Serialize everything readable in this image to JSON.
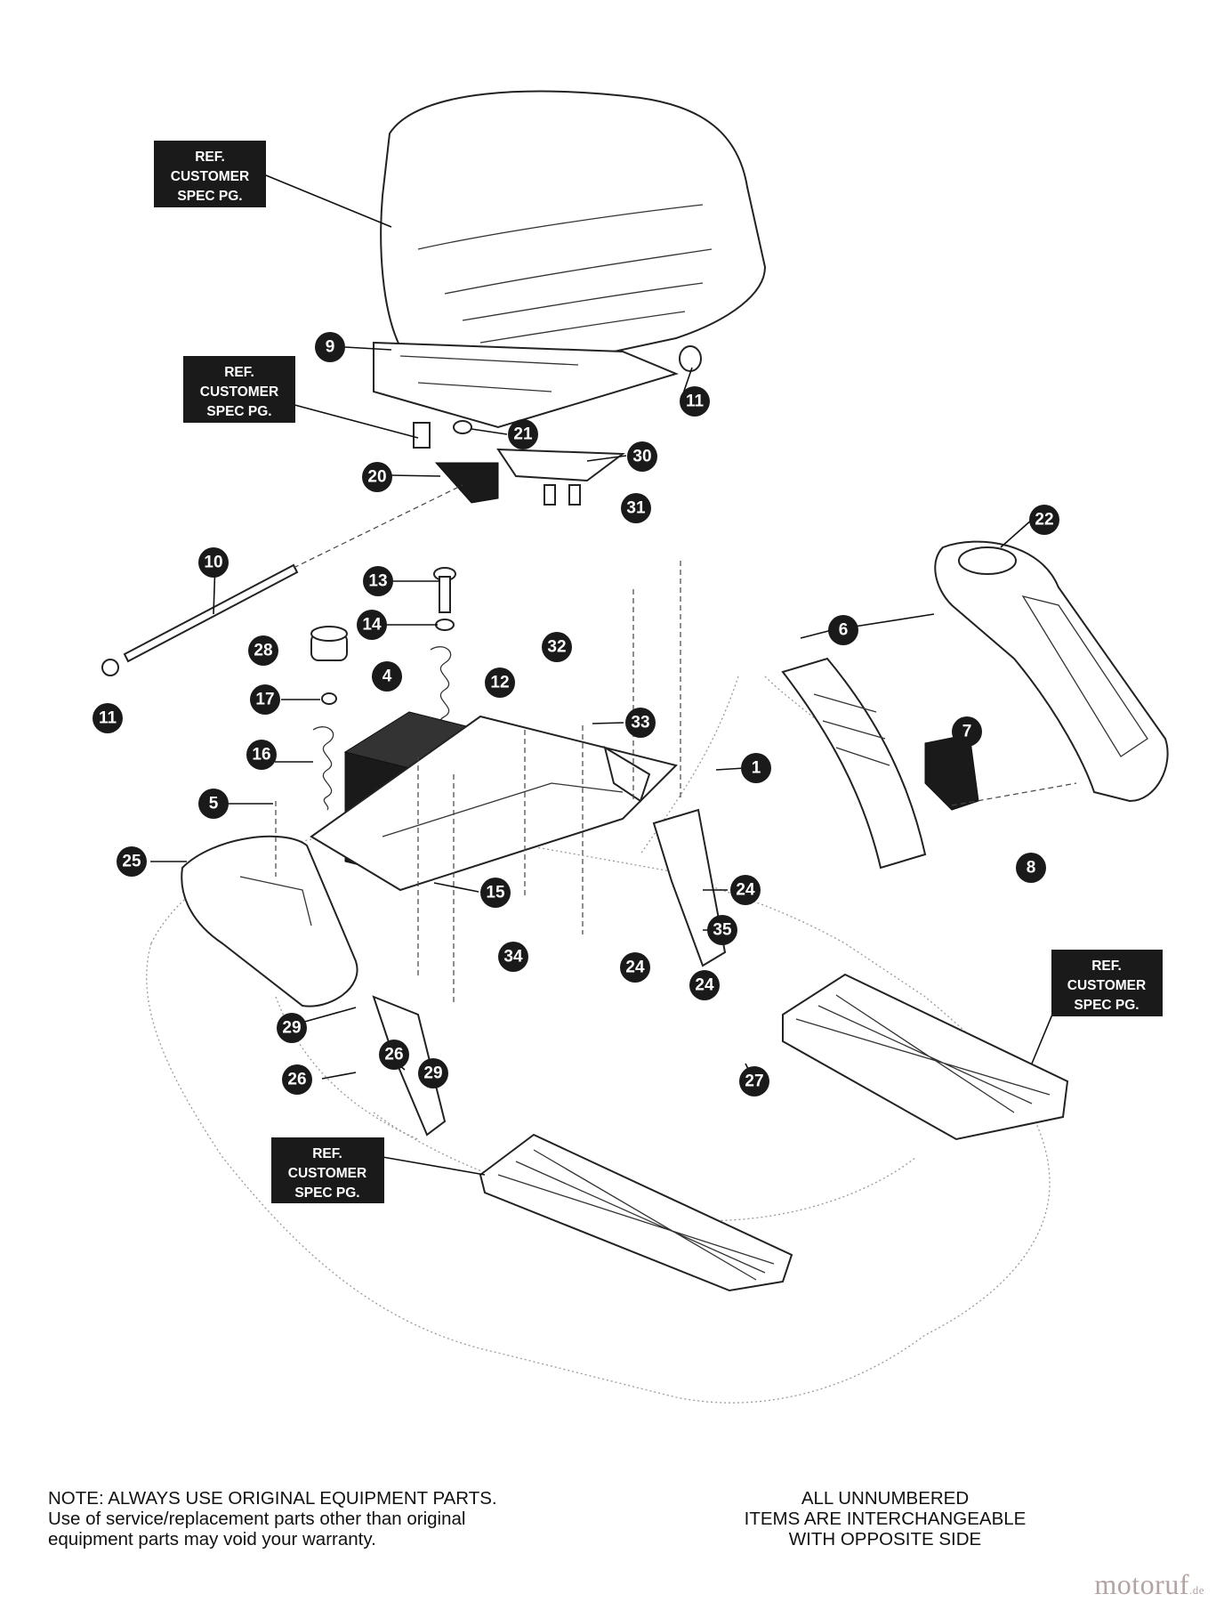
{
  "reference_box": {
    "line1": "REF.",
    "line2": "CUSTOMER",
    "line3": "SPEC PG."
  },
  "callouts": [
    "9",
    "11",
    "21",
    "20",
    "30",
    "31",
    "10",
    "13",
    "14",
    "28",
    "4",
    "12",
    "32",
    "17",
    "16",
    "5",
    "25",
    "15",
    "33",
    "6",
    "1",
    "7",
    "22",
    "24",
    "35",
    "34",
    "8",
    "29",
    "26",
    "27"
  ],
  "notes": {
    "left": [
      "NOTE: ALWAYS USE ORIGINAL EQUIPMENT PARTS.",
      "Use of service/replacement parts other than original",
      "equipment parts may void your warranty."
    ],
    "right": [
      "ALL UNNUMBERED",
      "ITEMS ARE INTERCHANGEABLE",
      "WITH OPPOSITE SIDE"
    ]
  },
  "watermark": {
    "main": "motoruf",
    "suffix": ".de"
  },
  "colors": {
    "ink": "#111111",
    "label_fill": "#1a1a1a",
    "watermark": "#b5a3a3"
  }
}
